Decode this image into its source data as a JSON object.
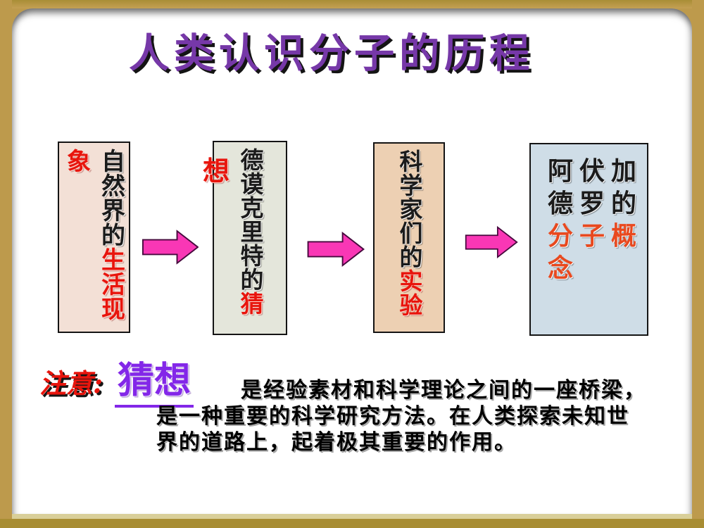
{
  "slide": {
    "title": "人类认识分子的历程",
    "title_color": "#7638a8",
    "flow": {
      "box1": {
        "black": "自然界的",
        "red": "生活现象",
        "bg": "#f3e0d6"
      },
      "box2": {
        "black": "德谟克里特的",
        "red": "猜",
        "wrap_char": "想",
        "bg": "#e4e6db"
      },
      "box3": {
        "black": "科学家们的",
        "red": "实验",
        "bg": "#edd0b3"
      },
      "box4": {
        "black_line1": "阿伏加",
        "black_line2": "德罗的",
        "red_line1": "分子概",
        "red_line2": "念",
        "bg": "#cfdde7",
        "red_color": "#e8491f"
      },
      "red_color": "#e8150d",
      "arrow_fill": "#f937b5",
      "arrow_outline": "#46093d"
    },
    "note": {
      "label": "注意:",
      "label_color": "#e8150d",
      "keyword": "猜想",
      "keyword_color": "#8327e8",
      "line1": "是经验素材和科学理论之间的一座桥梁，",
      "line2": "是一种重要的科学研究方法。在人类探索未知世",
      "line3": "界的道路上，起着极其重要的作用。"
    }
  }
}
